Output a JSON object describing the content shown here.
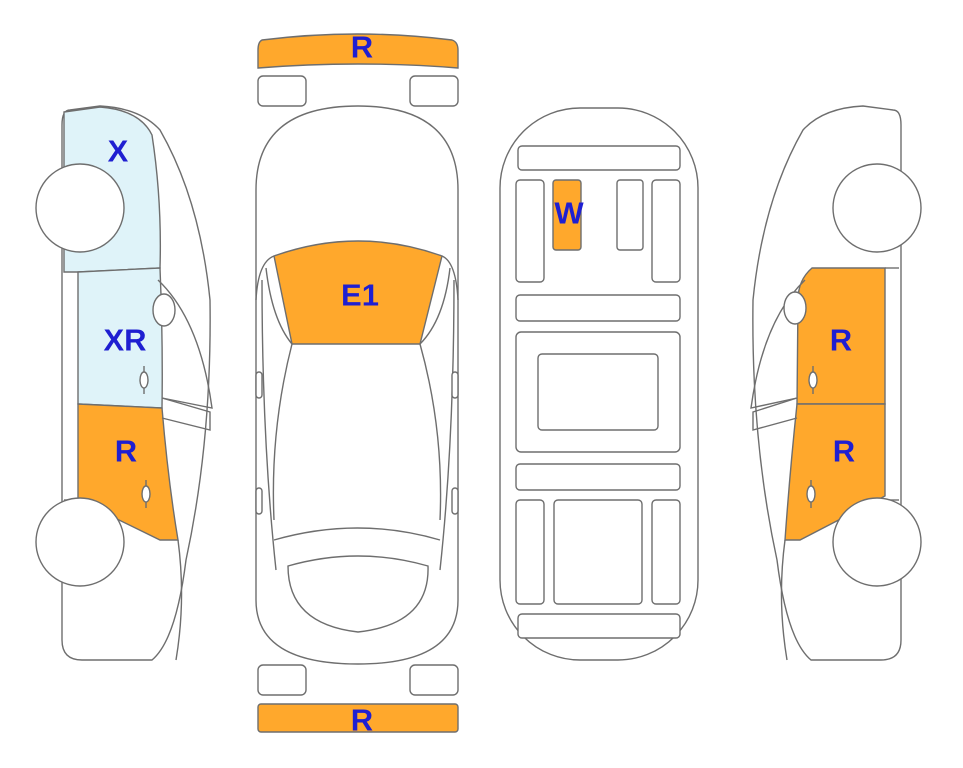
{
  "colors": {
    "repair": "#ffa82c",
    "replace": "#dff3f9",
    "label": "#1f1fd1",
    "outline": "#6e6e6e"
  },
  "labels": {
    "front_bumper": "R",
    "rear_bumper": "R",
    "hood": "E1",
    "roof": "W",
    "left_front_fender": "X",
    "left_front_door": "XR",
    "left_rear_door": "R",
    "right_front_door": "R",
    "right_rear_door": "R"
  }
}
